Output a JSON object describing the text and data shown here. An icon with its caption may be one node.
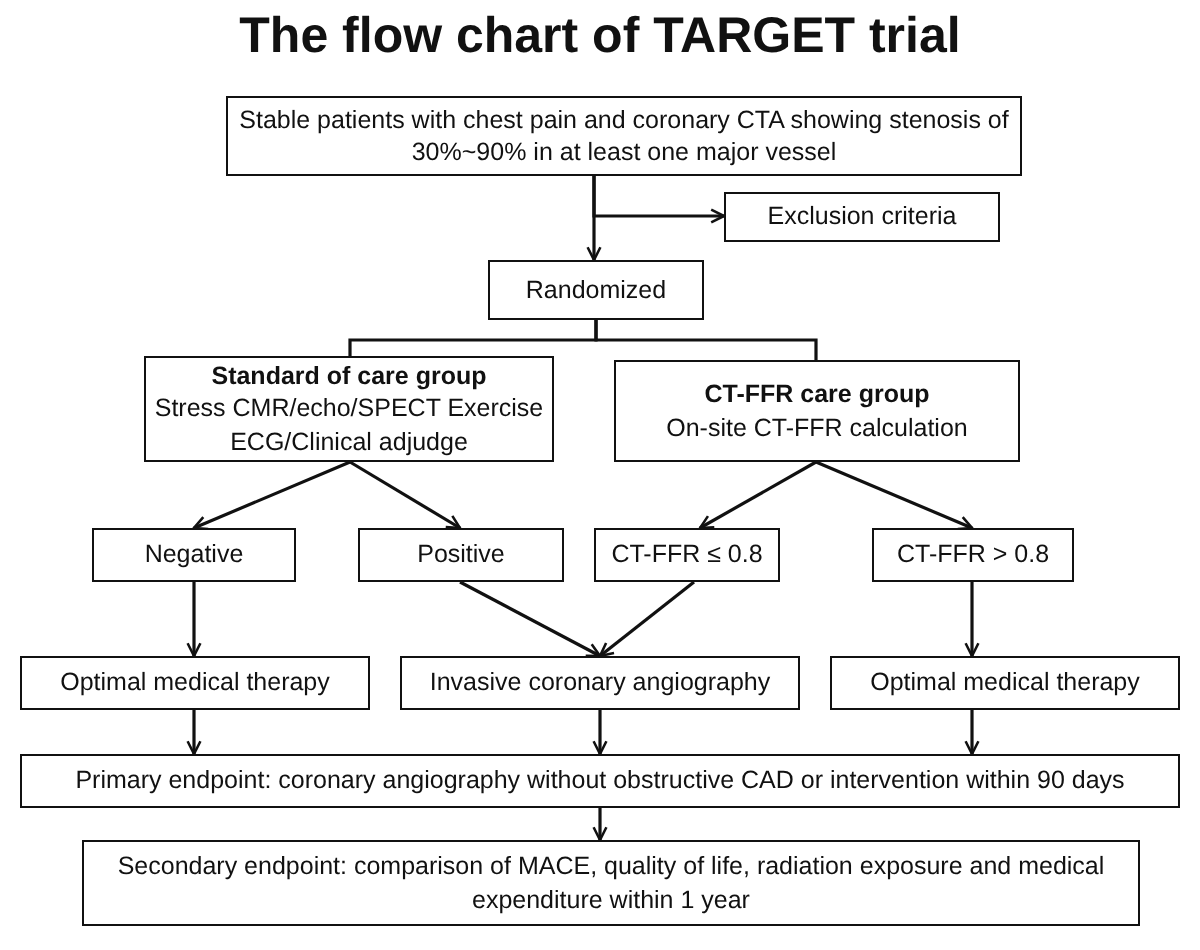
{
  "diagram": {
    "title": "The flow chart of TARGET trial",
    "nodes": [
      {
        "text": [
          "Stable patients with chest pain and coronary CTA showing stenosis of 30%~90% in at least one major vessel"
        ]
      },
      {
        "text": [
          "Exclusion criteria"
        ]
      },
      {
        "text": [
          "Randomized"
        ]
      },
      {
        "text": [
          "Standard of care group",
          "Stress CMR/echo/SPECT Exercise ECG/Clinical adjudge"
        ]
      },
      {
        "text": [
          "CT-FFR care group",
          "On-site CT-FFR calculation"
        ]
      },
      {
        "text": [
          "Negative"
        ]
      },
      {
        "text": [
          "Positive"
        ]
      },
      {
        "text": [
          "CT-FFR ≤ 0.8"
        ]
      },
      {
        "text": [
          "CT-FFR > 0.8"
        ]
      },
      {
        "text": [
          "Optimal medical therapy"
        ]
      },
      {
        "text": [
          "Invasive coronary angiography"
        ]
      },
      {
        "text": [
          "Optimal medical therapy"
        ]
      },
      {
        "text": [
          "Primary endpoint: coronary angiography without obstructive CAD or intervention within 90 days"
        ]
      },
      {
        "text": [
          "Secondary endpoint: comparison of MACE, quality of life, radiation exposure and medical expenditure within 1 year"
        ]
      }
    ],
    "edges": [
      {
        "from": 0,
        "to": 1,
        "arrow": "to"
      },
      {
        "from": 0,
        "to": 2,
        "arrow": "to"
      },
      {
        "from": 2,
        "to": 3,
        "arrow": "none"
      },
      {
        "from": 2,
        "to": 4,
        "arrow": "none"
      },
      {
        "from": 3,
        "to": 5,
        "arrow": "to"
      },
      {
        "from": 3,
        "to": 6,
        "arrow": "to"
      },
      {
        "from": 4,
        "to": 7,
        "arrow": "to"
      },
      {
        "from": 4,
        "to": 8,
        "arrow": "to"
      },
      {
        "from": 5,
        "to": 9,
        "arrow": "to"
      },
      {
        "from": 6,
        "to": 10,
        "arrow": "to"
      },
      {
        "from": 7,
        "to": 10,
        "arrow": "to"
      },
      {
        "from": 8,
        "to": 11,
        "arrow": "to"
      },
      {
        "from": 9,
        "to": 12,
        "arrow": "to"
      },
      {
        "from": 10,
        "to": 12,
        "arrow": "to"
      },
      {
        "from": 11,
        "to": 12,
        "arrow": "to"
      },
      {
        "from": 12,
        "to": 13,
        "arrow": "to"
      }
    ]
  }
}
